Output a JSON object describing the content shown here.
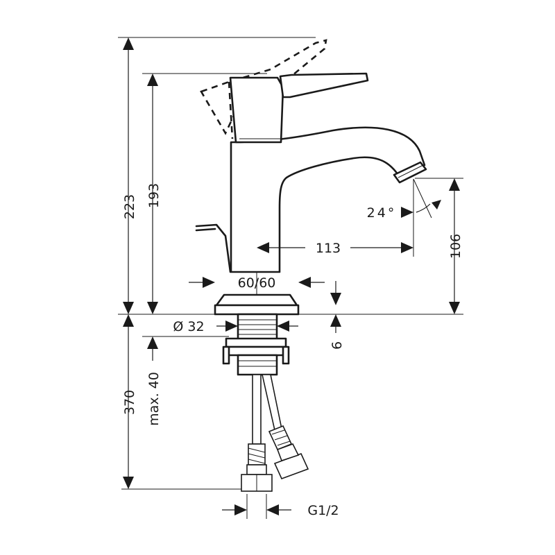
{
  "drawing": {
    "subject": "",
    "dimensions": {
      "total_height": "223",
      "spout_height": "193",
      "spout_reach": "113",
      "outlet_height": "106",
      "spray_angle": "24°",
      "base_diameter": "60/60",
      "shank_diameter": "Ø 32",
      "base_thickness": "6",
      "hose_length": "370",
      "max_counter_thickness": "max. 40",
      "connection_thread": "G1/2"
    }
  }
}
